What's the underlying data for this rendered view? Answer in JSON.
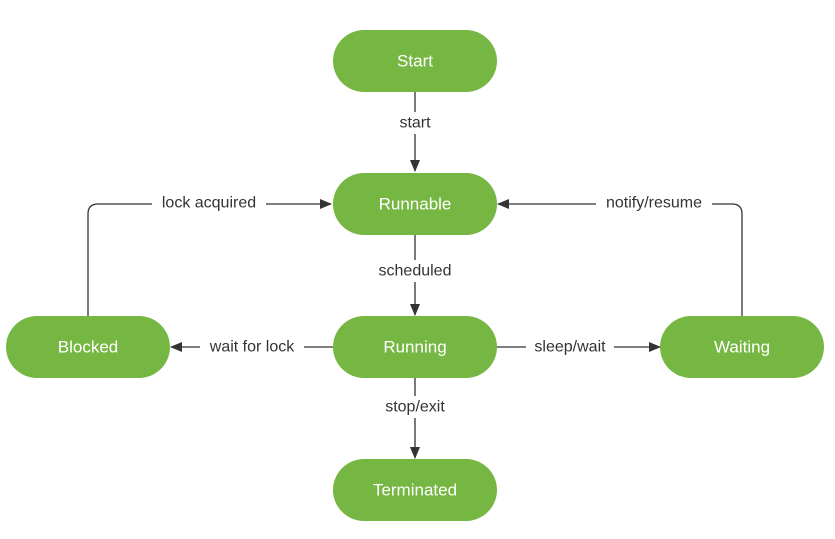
{
  "states": {
    "start": "Start",
    "runnable": "Runnable",
    "running": "Running",
    "blocked": "Blocked",
    "waiting": "Waiting",
    "terminated": "Terminated"
  },
  "transitions": {
    "start_to_runnable": "start",
    "runnable_to_running": "scheduled",
    "running_to_blocked": "wait for lock",
    "running_to_waiting": "sleep/wait",
    "running_to_terminated": "stop/exit",
    "blocked_to_runnable": "lock acquired",
    "waiting_to_runnable": "notify/resume"
  },
  "colors": {
    "node_fill": "#76b743",
    "node_text": "#ffffff",
    "edge": "#333333"
  }
}
